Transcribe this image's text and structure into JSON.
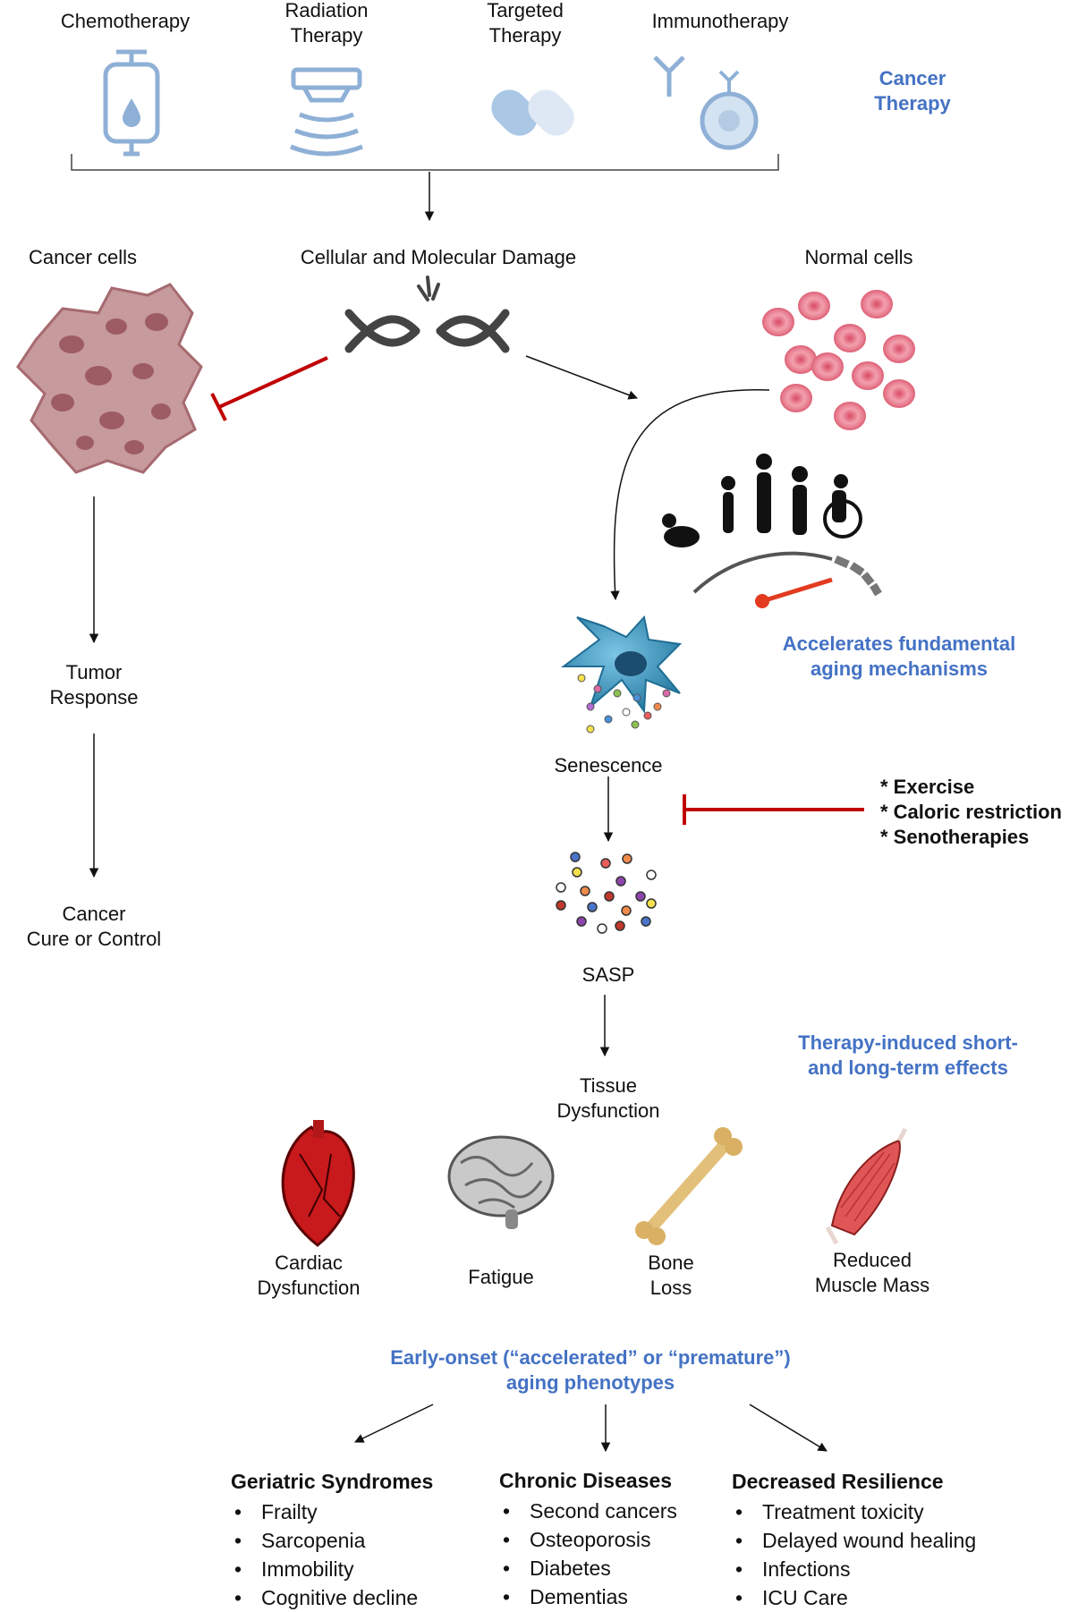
{
  "therapies": {
    "chemo": "Chemotherapy",
    "radiation": "Radiation\nTherapy",
    "targeted": "Targeted\nTherapy",
    "immuno": "Immunotherapy",
    "group_label": "Cancer\nTherapy"
  },
  "damage": "Cellular and Molecular Damage",
  "cancer_cells": "Cancer cells",
  "normal_cells": "Normal cells",
  "tumor_response": "Tumor\nResponse",
  "cancer_cure": "Cancer\nCure or Control",
  "accelerates": "Accelerates fundamental\naging mechanisms",
  "senescence": "Senescence",
  "interventions": [
    "* Exercise",
    "* Caloric restriction",
    "* Senotherapies"
  ],
  "sasp": "SASP",
  "effects_label": "Therapy-induced short-\nand long-term effects",
  "tissue": "Tissue\nDysfunction",
  "organs": {
    "cardiac": "Cardiac\nDysfunction",
    "fatigue": "Fatigue",
    "bone": "Bone\nLoss",
    "muscle": "Reduced\nMuscle Mass"
  },
  "phenotypes": "Early-onset (“accelerated” or “premature”)\naging phenotypes",
  "lists": {
    "geriatric": {
      "title": "Geriatric Syndromes",
      "items": [
        "Frailty",
        "Sarcopenia",
        "Immobility",
        "Cognitive decline"
      ]
    },
    "chronic": {
      "title": "Chronic Diseases",
      "items": [
        "Second cancers",
        "Osteoporosis",
        "Diabetes",
        "Dementias"
      ]
    },
    "resilience": {
      "title": "Decreased Resilience",
      "items": [
        "Treatment toxicity",
        "Delayed wound healing",
        "Infections",
        "ICU Care"
      ]
    }
  },
  "colors": {
    "accent_blue": "#4472c4",
    "inhibit_red": "#c00000",
    "icon_blue": "#8fb0d6",
    "cancer": "#b56a6e",
    "normal": "#e8798a"
  }
}
